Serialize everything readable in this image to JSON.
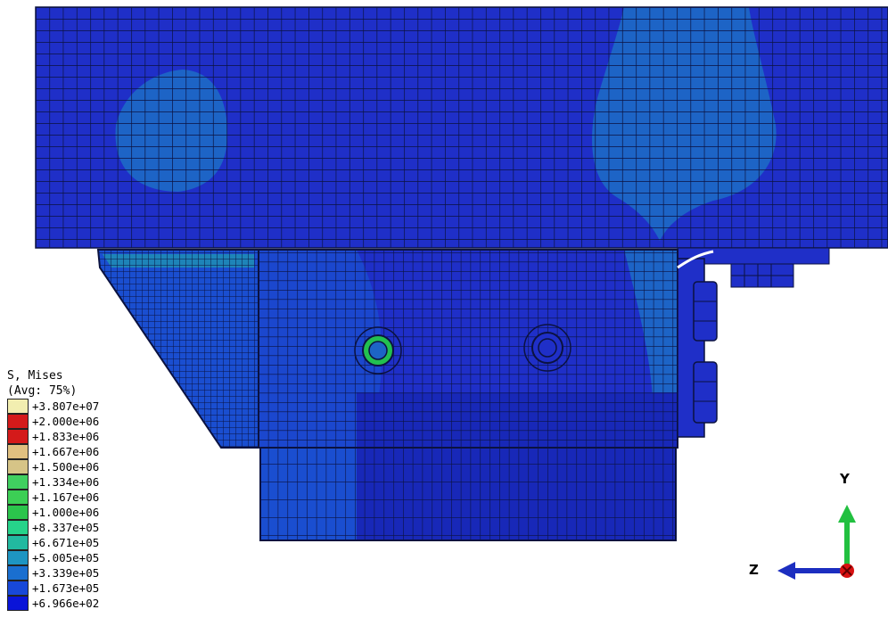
{
  "legend": {
    "variable": "S, Mises",
    "averaging": "(Avg: 75%)",
    "entries": [
      {
        "label": "+3.807e+07",
        "color": "#f2eeb0"
      },
      {
        "label": "+2.000e+06",
        "color": "#d41a1a"
      },
      {
        "label": "+1.833e+06",
        "color": "#d41a1a"
      },
      {
        "label": "+1.667e+06",
        "color": "#e0c080"
      },
      {
        "label": "+1.500e+06",
        "color": "#d6c487"
      },
      {
        "label": "+1.334e+06",
        "color": "#40d060"
      },
      {
        "label": "+1.167e+06",
        "color": "#3ccf55"
      },
      {
        "label": "+1.000e+06",
        "color": "#2bc44c"
      },
      {
        "label": "+8.337e+05",
        "color": "#26d38a"
      },
      {
        "label": "+6.671e+05",
        "color": "#22b9a0"
      },
      {
        "label": "+5.005e+05",
        "color": "#1e95c2"
      },
      {
        "label": "+3.339e+05",
        "color": "#1a6fd0"
      },
      {
        "label": "+1.673e+05",
        "color": "#1848d8"
      },
      {
        "label": "+6.966e+02",
        "color": "#0a14d8"
      }
    ]
  },
  "triad": {
    "y_label": "Y",
    "z_label": "Z"
  },
  "colors": {
    "base_blue": "#1f2fc8",
    "light_blue": "#1d64c6",
    "mid_blue": "#1a4ed0",
    "mesh_line": "#0b1240",
    "axis_green": "#22c040",
    "axis_blue": "#1c2ec0",
    "axis_red": "#d81010"
  }
}
